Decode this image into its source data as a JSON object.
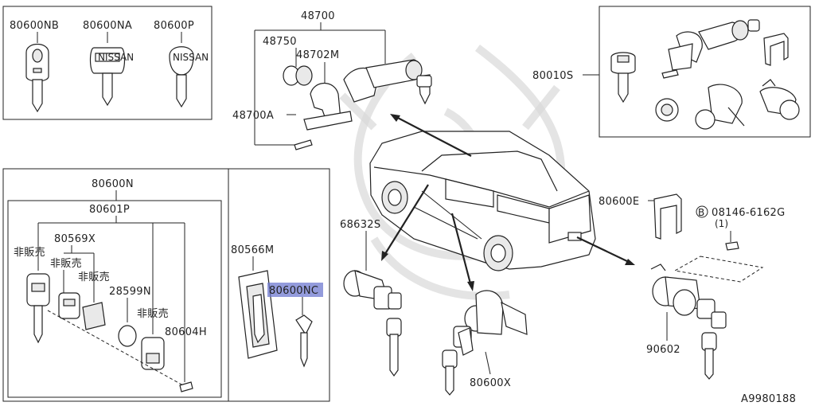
{
  "labels": {
    "key_nb": "80600NB",
    "key_na": "80600NA",
    "key_p": "80600P",
    "key_badge_a": "NISSAN",
    "key_badge_b": "NISSAN",
    "steering_lock_asm": "48700",
    "steering_lock_ring": "48750",
    "steering_lock_body": "48702M",
    "steering_lock_bracket": "48700A",
    "lock_set": "80010S",
    "key_set": "80600N",
    "key_remote_asm": "80601P",
    "not_for_sale_1": "非販売",
    "not_for_sale_2": "非販売",
    "not_for_sale_3": "非販売",
    "not_for_sale_4": "非販売",
    "remote_case": "80569X",
    "battery": "28599N",
    "screw": "80604H",
    "key_card": "80566M",
    "key_blank_nc": "80600NC",
    "door_lock_front": "68632S",
    "door_lock_rear": "80600X",
    "retainer": "80600E",
    "bolt_circle": "B",
    "bolt_number": "08146-6162G",
    "bolt_qty": "(1)",
    "back_door_lock": "90602",
    "diagram_id": "A9980188"
  },
  "colors": {
    "line": "#222222",
    "highlight": "#6f7ad0",
    "watermark": "#d9d9d9"
  },
  "icons": {
    "watermark": "emblem-watermark-icon",
    "bolt_marker": "circled-b-icon"
  }
}
